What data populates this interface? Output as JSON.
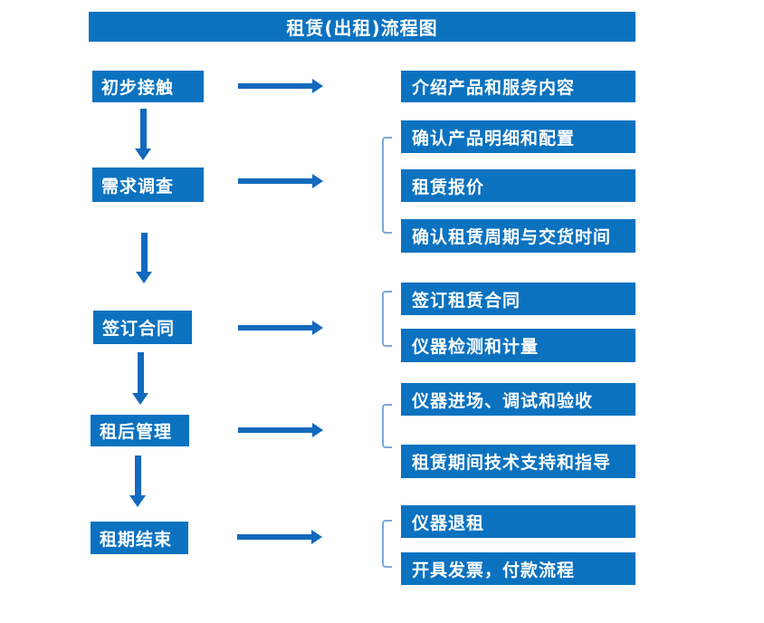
{
  "title": "租赁(出租)流程图",
  "colors": {
    "box_blue": "#0b72c0",
    "arrow_blue": "#1269bd",
    "bracket_blue": "#7ea6d9",
    "text_white": "#ffffff",
    "background": "#ffffff"
  },
  "steps": [
    {
      "label": "初步接触"
    },
    {
      "label": "需求调查"
    },
    {
      "label": "签订合同"
    },
    {
      "label": "租后管理"
    },
    {
      "label": "租期结束"
    }
  ],
  "details": [
    {
      "label": "介绍产品和服务内容"
    },
    {
      "label": "确认产品明细和配置"
    },
    {
      "label": "租赁报价"
    },
    {
      "label": "确认租赁周期与交货时间"
    },
    {
      "label": "签订租赁合同"
    },
    {
      "label": "仪器检测和计量"
    },
    {
      "label": "仪器进场、调试和验收"
    },
    {
      "label": "租赁期间技术支持和指导"
    },
    {
      "label": "仪器退租"
    },
    {
      "label": "开具发票，付款流程"
    }
  ]
}
